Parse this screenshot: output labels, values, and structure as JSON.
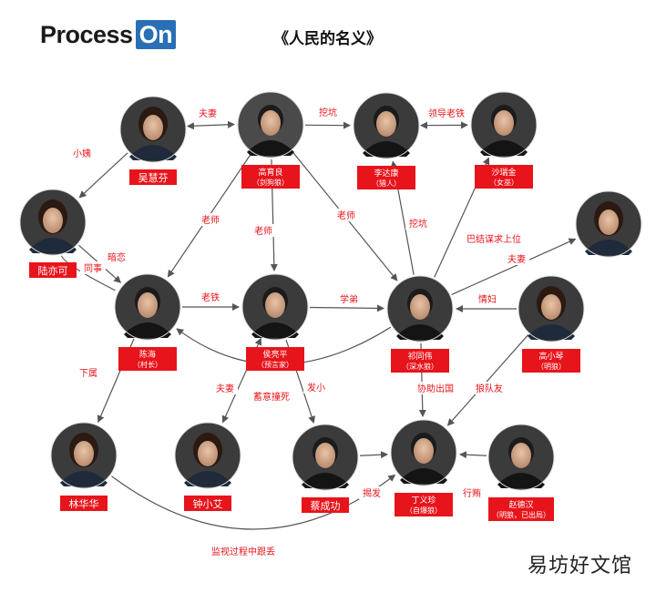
{
  "header": {
    "logo_word": "Process",
    "logo_badge": "On",
    "title": "《人民的名义》",
    "watermark": "易坊好文馆"
  },
  "colors": {
    "accent": "#e8141b",
    "edge": "#555555",
    "label_text": "#e8141b"
  },
  "nodes": [
    {
      "id": "wu",
      "name": "吴慧芬",
      "sub": "",
      "portrait": "woman-portrait"
    },
    {
      "id": "gao",
      "name": "高育良",
      "sub": "（剑狗狼）",
      "portrait": "elder-man-portrait"
    },
    {
      "id": "li",
      "name": "李达康",
      "sub": "（猎人）",
      "portrait": "man-on-phone-portrait"
    },
    {
      "id": "sha",
      "name": "沙瑞金",
      "sub": "（女巫）",
      "portrait": "man-portrait"
    },
    {
      "id": "lu",
      "name": "陆亦可",
      "sub": "",
      "portrait": "woman-portrait"
    },
    {
      "id": "wife",
      "name": "",
      "sub": "",
      "portrait": "woman-portrait"
    },
    {
      "id": "chen",
      "name": "陈海",
      "sub": "（村长）",
      "portrait": "man-portrait"
    },
    {
      "id": "hou",
      "name": "侯亮平",
      "sub": "（预言家）",
      "portrait": "man-portrait"
    },
    {
      "id": "qi",
      "name": "祁同伟",
      "sub": "（深水狼）",
      "portrait": "man-portrait"
    },
    {
      "id": "gaoxq",
      "name": "高小琴",
      "sub": "（明狼）",
      "portrait": "woman-portrait"
    },
    {
      "id": "lin",
      "name": "林华华",
      "sub": "",
      "portrait": "woman-portrait"
    },
    {
      "id": "zhong",
      "name": "钟小艾",
      "sub": "",
      "portrait": "woman-portrait"
    },
    {
      "id": "cai",
      "name": "蔡成功",
      "sub": "",
      "portrait": "man-portrait"
    },
    {
      "id": "ding",
      "name": "丁义珍",
      "sub": "（自爆狼）",
      "portrait": "man-portrait"
    },
    {
      "id": "zhao",
      "name": "赵德汉",
      "sub": "（明狼，已出局）",
      "portrait": "man-portrait"
    }
  ],
  "edges": [
    {
      "from": "wu",
      "to": "gao",
      "label": "夫妻"
    },
    {
      "from": "gao",
      "to": "li",
      "label": "挖坑"
    },
    {
      "from": "li",
      "to": "sha",
      "label": "领导老铁"
    },
    {
      "from": "wu",
      "to": "lu",
      "label": "小姨"
    },
    {
      "from": "gao",
      "to": "chen",
      "label": "老师"
    },
    {
      "from": "gao",
      "to": "hou",
      "label": "老师"
    },
    {
      "from": "gao",
      "to": "qi",
      "label": "老师"
    },
    {
      "from": "lu",
      "to": "chen",
      "label": "暗恋"
    },
    {
      "from": "lu",
      "to": "chen",
      "label": "同事"
    },
    {
      "from": "chen",
      "to": "hou",
      "label": "老铁"
    },
    {
      "from": "hou",
      "to": "qi",
      "label": "学弟"
    },
    {
      "from": "qi",
      "to": "li",
      "label": "挖坑"
    },
    {
      "from": "qi",
      "to": "sha",
      "label": "巴结谋求上位"
    },
    {
      "from": "qi",
      "to": "wife",
      "label": "夫妻"
    },
    {
      "from": "gaoxq",
      "to": "qi",
      "label": "情妇"
    },
    {
      "from": "chen",
      "to": "lin",
      "label": "下属"
    },
    {
      "from": "qi",
      "to": "chen",
      "label": "蓄意撞死"
    },
    {
      "from": "hou",
      "to": "zhong",
      "label": "夫妻"
    },
    {
      "from": "hou",
      "to": "cai",
      "label": "发小"
    },
    {
      "from": "qi",
      "to": "ding",
      "label": "协助出国"
    },
    {
      "from": "gaoxq",
      "to": "ding",
      "label": "狼队友"
    },
    {
      "from": "cai",
      "to": "ding",
      "label": "揭发"
    },
    {
      "from": "zhao",
      "to": "ding",
      "label": "行贿"
    },
    {
      "from": "lin",
      "to": "ding",
      "label": "监视过程中跟丢"
    }
  ]
}
